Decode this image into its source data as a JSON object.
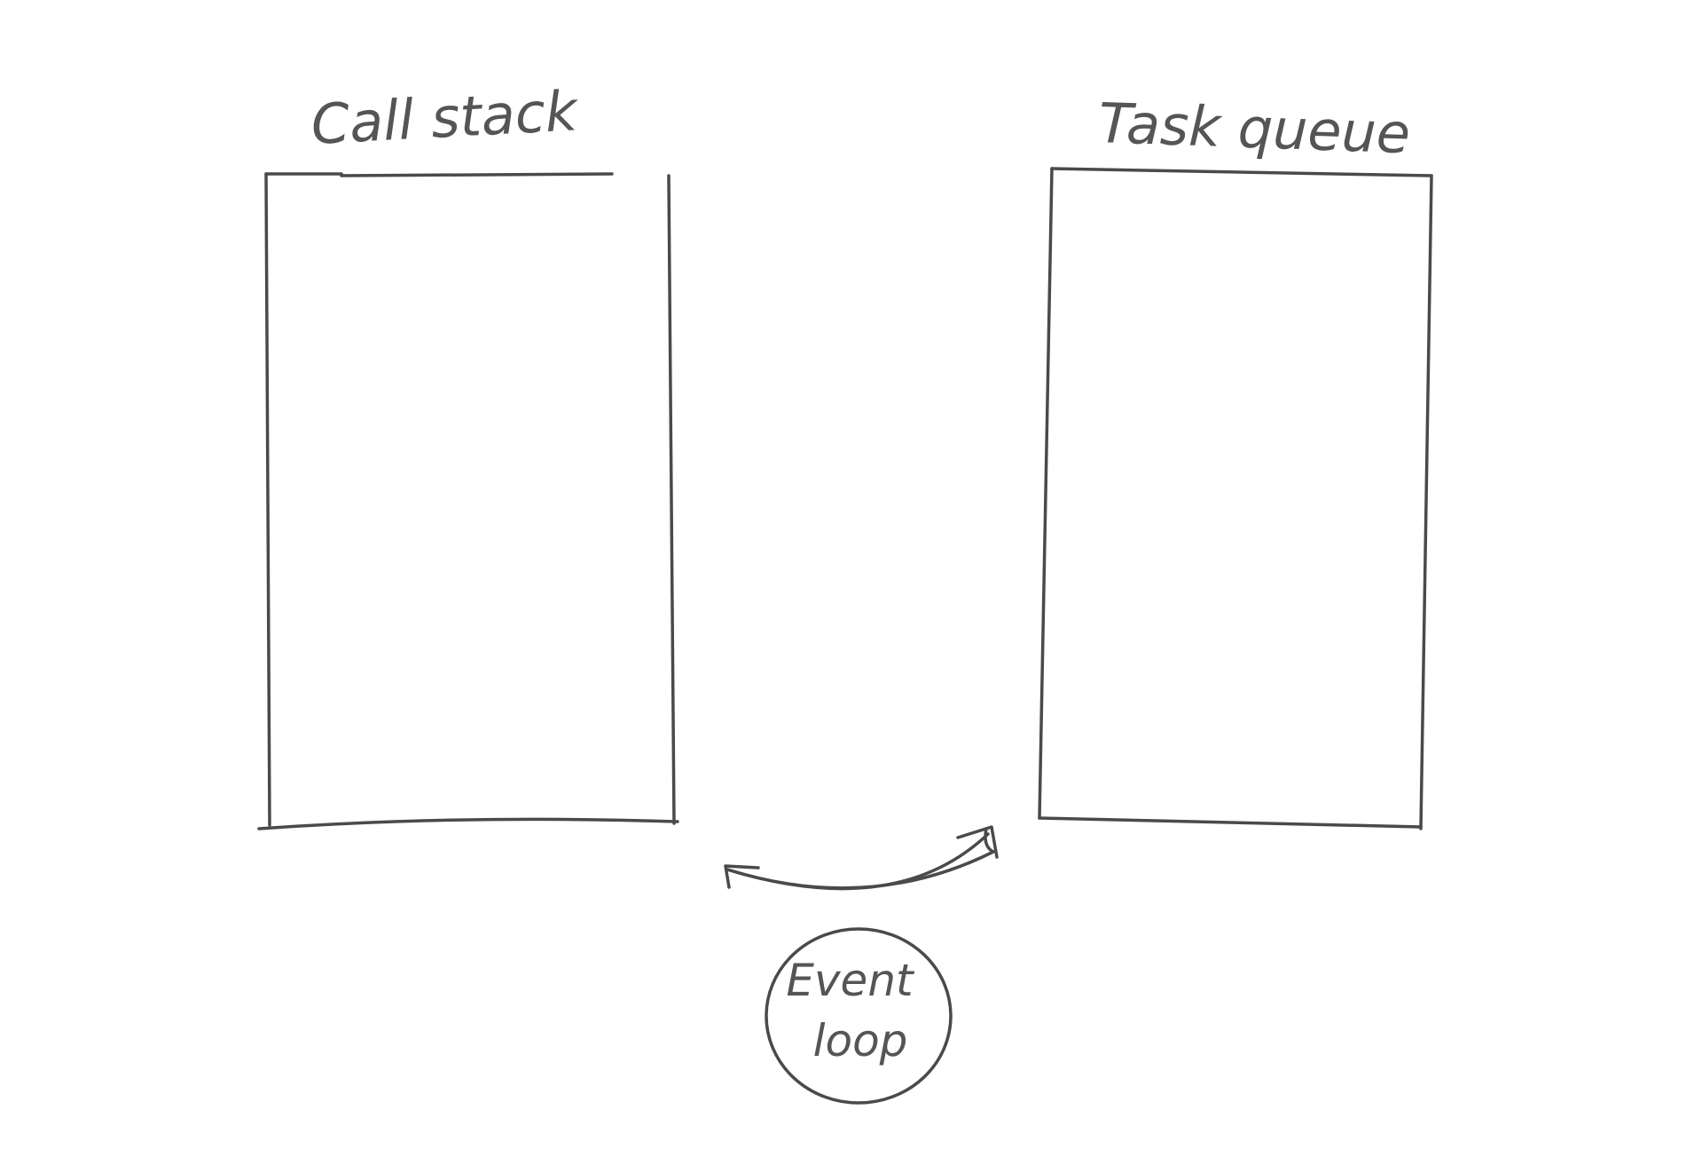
{
  "diagram": {
    "call_stack_label": "Call stack",
    "task_queue_label": "Task queue",
    "event_loop_label_line1": "Event",
    "event_loop_label_line2": "loop"
  }
}
